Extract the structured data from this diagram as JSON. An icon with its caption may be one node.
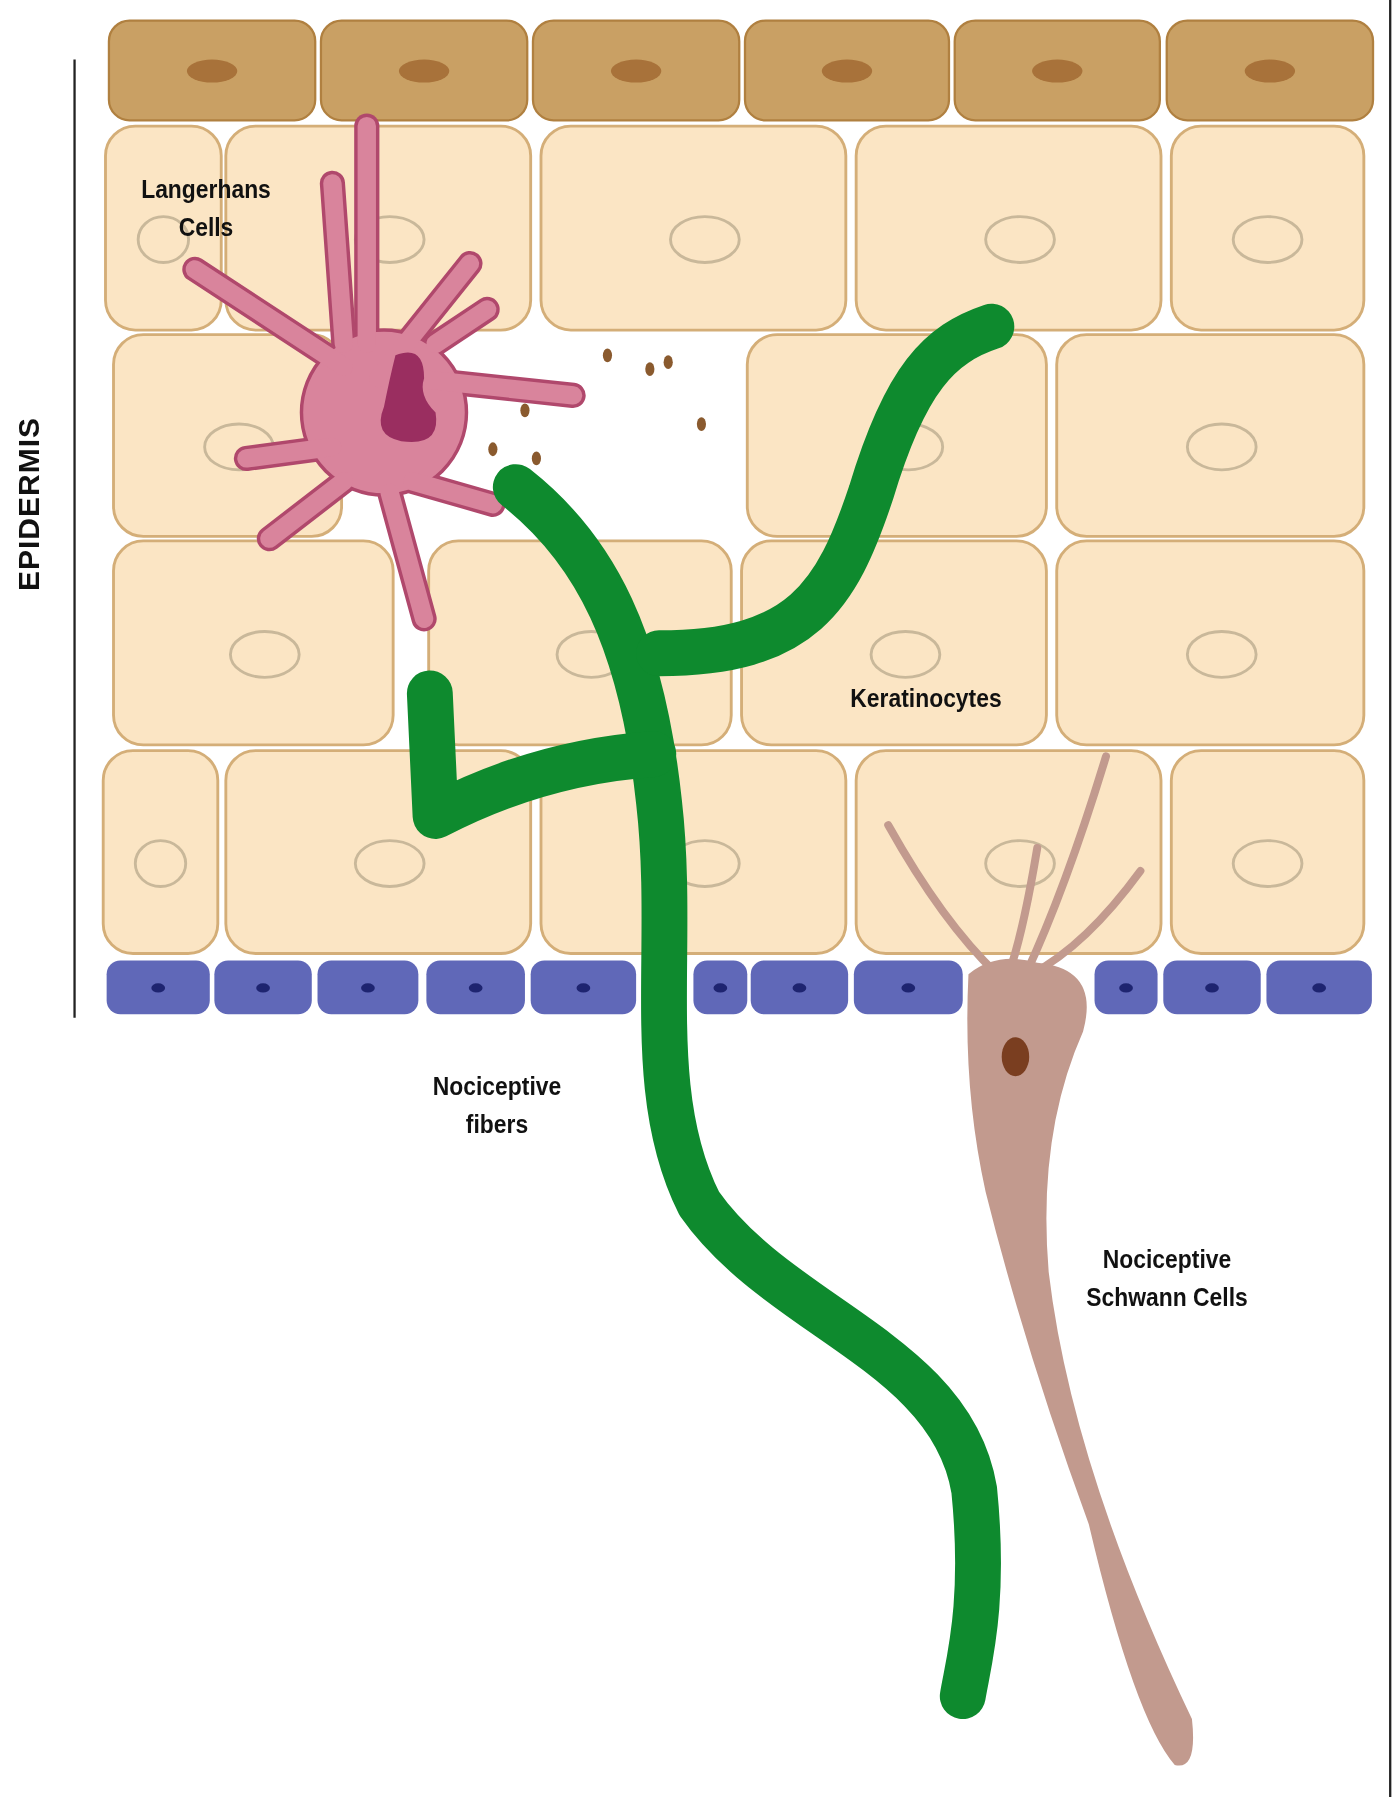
{
  "diagram": {
    "labels": [
      "Langerhans Cells",
      "EPIDERMIS",
      "Keratinocytes",
      "Nociceptive fibers",
      "Nociceptive Schwann Cells"
    ]
  }
}
